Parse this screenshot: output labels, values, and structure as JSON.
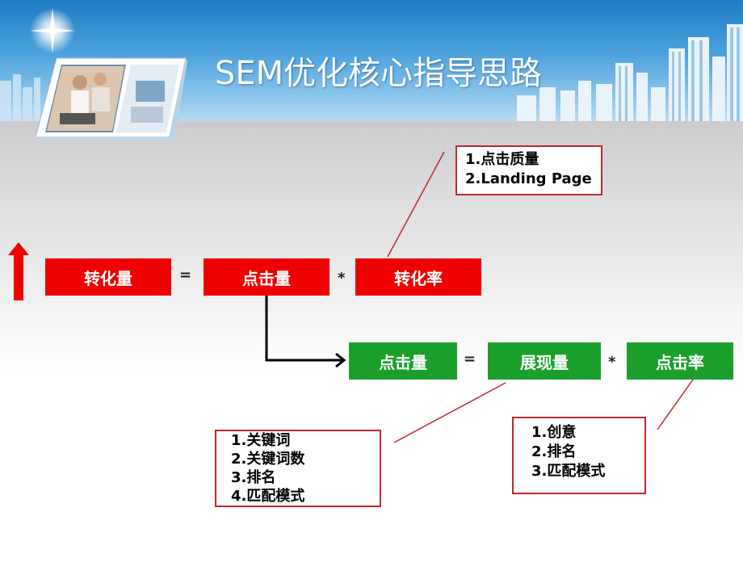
{
  "header": {
    "title": "SEM优化核心指导思路"
  },
  "row1": {
    "box1": "转化量",
    "op1": "=",
    "box2": "点击量",
    "op2": "*",
    "box3": "转化率"
  },
  "row2": {
    "box1": "点击量",
    "op1": "=",
    "box2": "展现量",
    "op2": "*",
    "box3": "点击率"
  },
  "notes": {
    "conversion": [
      "1.点击质量",
      "2.Landing Page"
    ],
    "impressions": [
      "1.关键词",
      "2.关键词数",
      "3.排名",
      "4.匹配模式"
    ],
    "ctr": [
      "1.创意",
      "2.排名",
      "3.匹配模式"
    ]
  },
  "colors": {
    "red": "#ee0000",
    "green": "#1aa02a",
    "border": "#c0272d"
  },
  "icons": [
    "sun-icon",
    "city-skyline-icon",
    "photo-card-icon",
    "up-arrow-icon",
    "connector-arrow-icon"
  ]
}
